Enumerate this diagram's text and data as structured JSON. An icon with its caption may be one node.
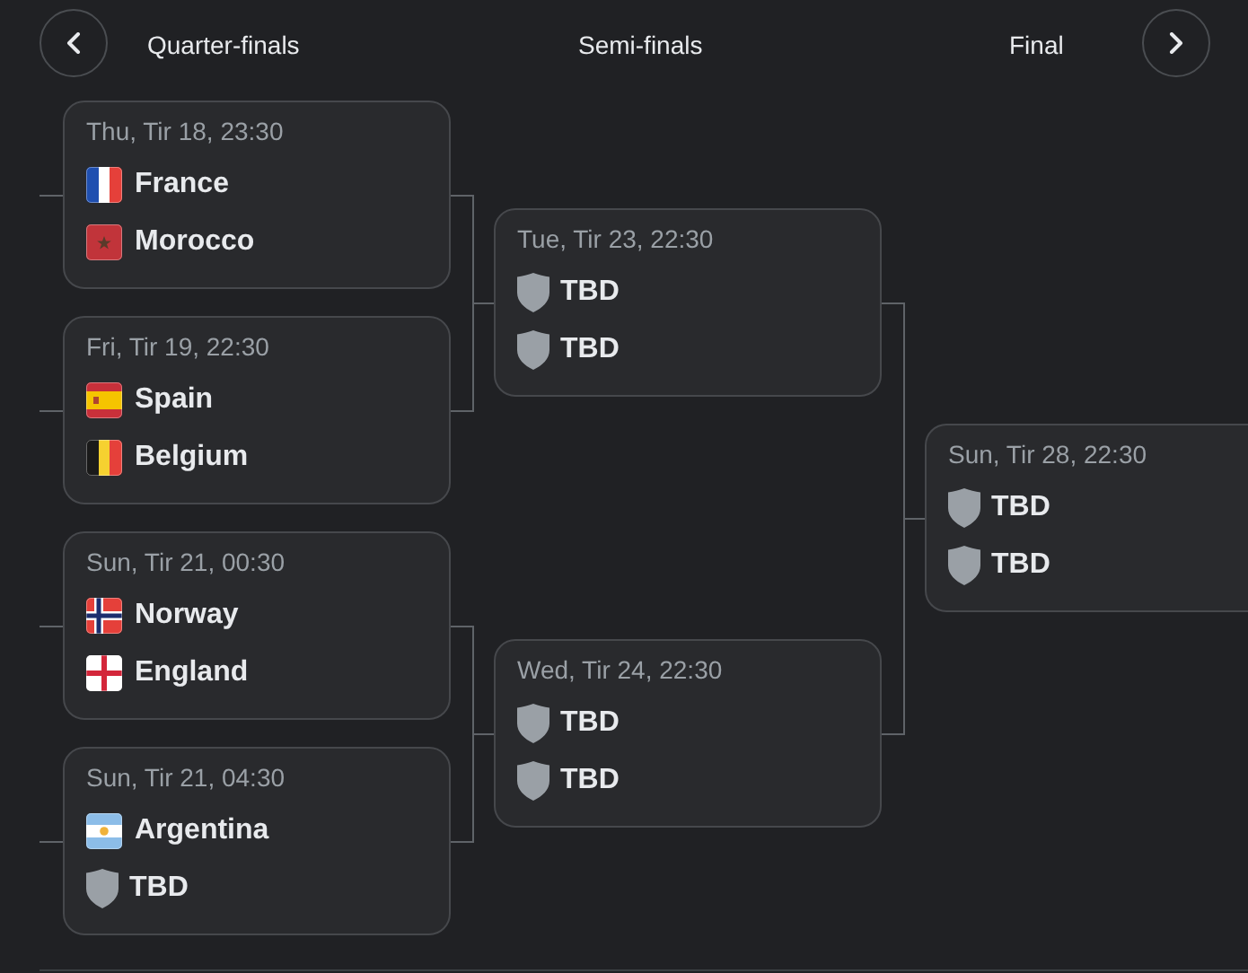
{
  "diagram": {
    "nodes": [
      {
        "text": [
          "Thu, Tir 18, 23:30",
          "France",
          "Morocco"
        ]
      },
      {
        "text": [
          "Fri, Tir 19, 22:30",
          "Spain",
          "Belgium"
        ]
      },
      {
        "text": [
          "Sun, Tir 21, 00:30",
          "Norway",
          "England"
        ]
      },
      {
        "text": [
          "Sun, Tir 21, 04:30",
          "Argentina",
          "TBD"
        ]
      },
      {
        "text": [
          "Tue, Tir 23, 22:30",
          "TBD",
          "TBD"
        ]
      },
      {
        "text": [
          "Wed, Tir 24, 22:30",
          "TBD",
          "TBD"
        ]
      },
      {
        "text": [
          "Sun, Tir 28, 22:30",
          "TBD",
          "TBD"
        ]
      }
    ],
    "edges": [
      {
        "from": 0,
        "to": 4,
        "arrow": "none"
      },
      {
        "from": 1,
        "to": 4,
        "arrow": "none"
      },
      {
        "from": 2,
        "to": 5,
        "arrow": "none"
      },
      {
        "from": 3,
        "to": 5,
        "arrow": "none"
      },
      {
        "from": 4,
        "to": 6,
        "arrow": "none"
      },
      {
        "from": 5,
        "to": 6,
        "arrow": "none"
      },
      {
        "from": null,
        "to": 0,
        "arrow": "none"
      },
      {
        "from": null,
        "to": 1,
        "arrow": "none"
      },
      {
        "from": null,
        "to": 2,
        "arrow": "none"
      },
      {
        "from": null,
        "to": 3,
        "arrow": "none"
      }
    ],
    "labels": [
      "Quarter-finals",
      "Semi-finals",
      "Final"
    ]
  }
}
